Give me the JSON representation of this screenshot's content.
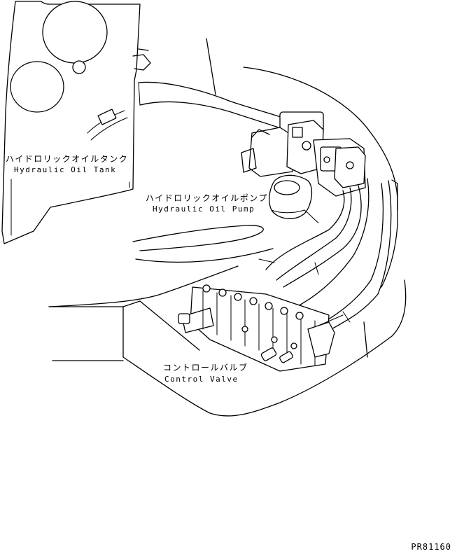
{
  "labels": {
    "tank": {
      "jp": "ハイドロリックオイルタンク",
      "en": "Hydraulic Oil Tank"
    },
    "pump": {
      "jp": "ハイドロリックオイルポンプ",
      "en": "Hydraulic Oil Pump"
    },
    "valve": {
      "jp": "コントロールバルブ",
      "en": "Control Valve"
    }
  },
  "drawing_code": "PR81160"
}
